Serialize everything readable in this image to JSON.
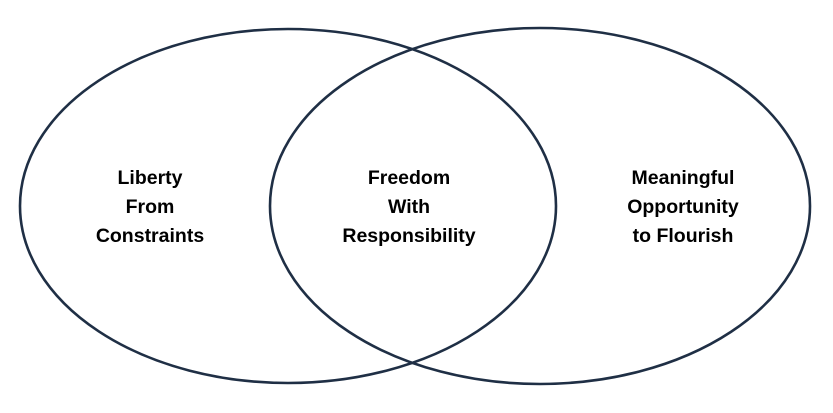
{
  "diagram": {
    "type": "venn",
    "colors": {
      "outline": "#1f2f45",
      "text": "#000000",
      "background": "#ffffff"
    },
    "left": {
      "lines": [
        "Liberty",
        "From",
        "Constraints"
      ]
    },
    "center": {
      "lines": [
        "Freedom",
        "With",
        "Responsibility"
      ]
    },
    "right": {
      "lines": [
        "Meaningful",
        "Opportunity",
        "to Flourish"
      ]
    }
  }
}
